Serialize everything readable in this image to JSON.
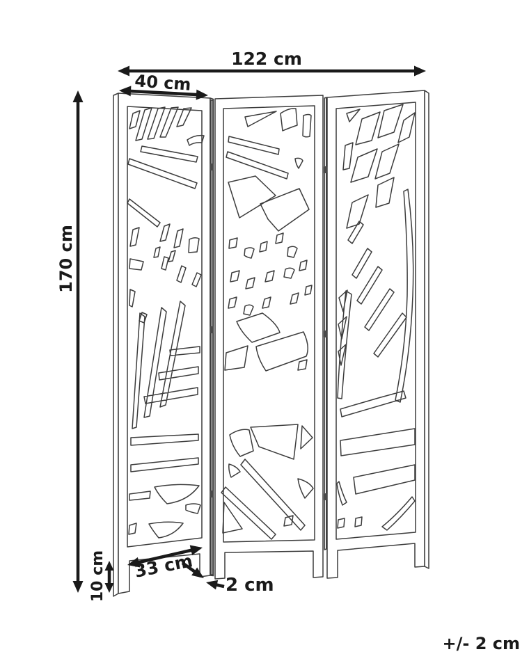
{
  "figure": {
    "type": "technical dimension diagram",
    "subject": "three-panel folding room divider screen with leaf cut-out pattern"
  },
  "labels": {
    "total_width": "122 cm",
    "panel_width": "40 cm",
    "total_height": "170 cm",
    "leg_height": "10 cm",
    "foot_span": "33 cm",
    "panel_thickness": "2 cm",
    "tolerance": "+/- 2 cm"
  },
  "colors": {
    "background": "#ffffff",
    "outline": "#3c3c3c",
    "dimension": "#1a1a1a"
  }
}
